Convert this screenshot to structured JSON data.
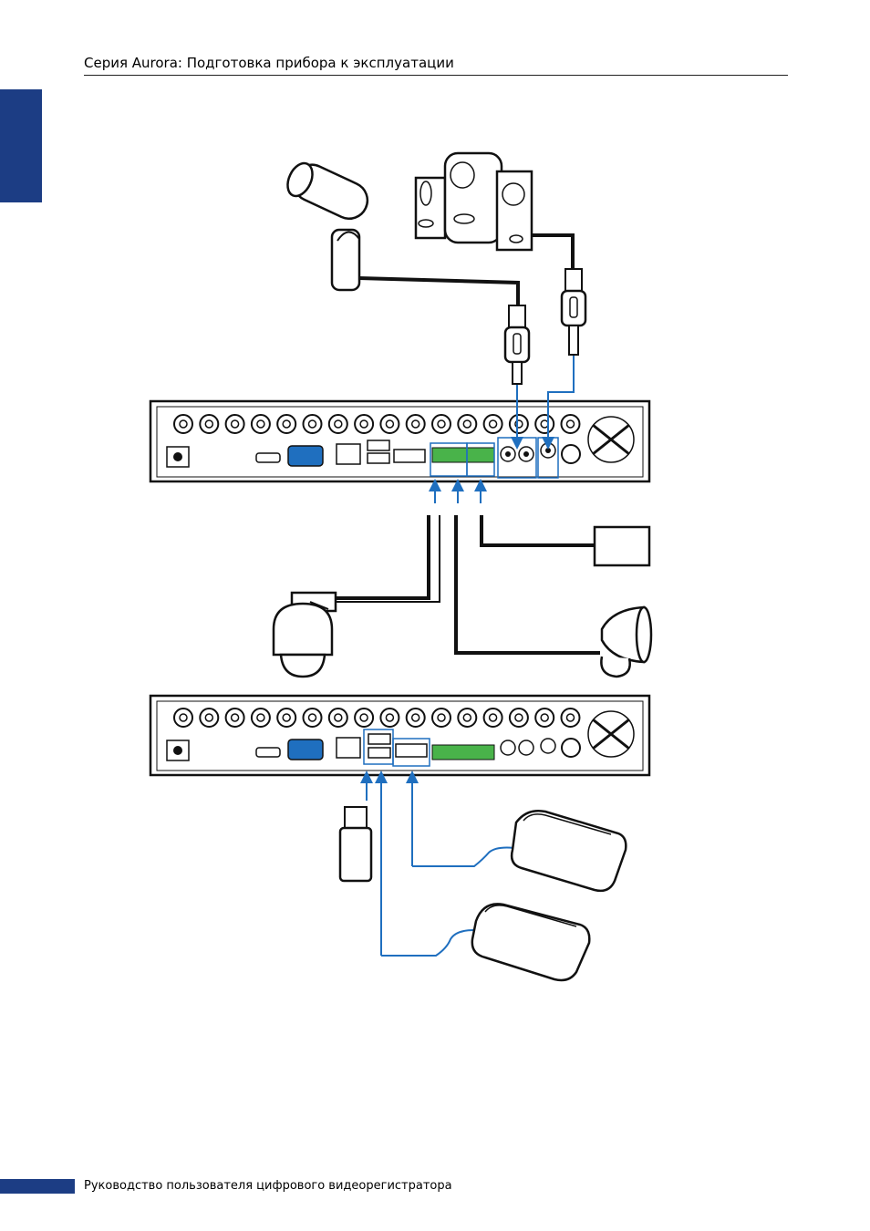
{
  "header": {
    "title": "Серия Aurora: Подготовка прибора к эксплуатации"
  },
  "footer": {
    "text": "Руководство пользователя цифрового видеорегистратора"
  },
  "colors": {
    "accent": "#1c3d84",
    "line": "#1f6fbf",
    "cable": "#1a1a1a",
    "terminal": "#49b34a"
  },
  "diagram": {
    "devices": [
      "microphone-icon",
      "speakers-icon",
      "ptz-camera-icon",
      "alarm-input-box",
      "siren-icon",
      "usb-flash-drive-icon",
      "external-hdd-icon"
    ]
  }
}
